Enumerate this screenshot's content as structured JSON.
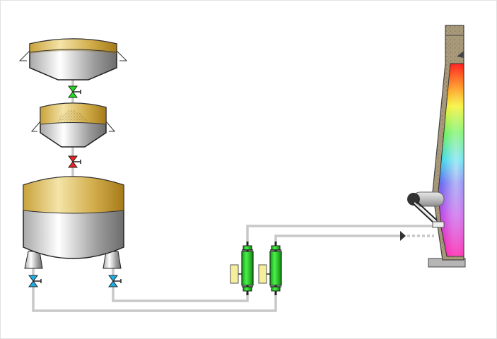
{
  "diagram": {
    "kind": "process-flow",
    "components": [
      {
        "id": "upper-hopper",
        "type": "hopper"
      },
      {
        "id": "middle-hopper",
        "type": "hopper",
        "content": "granular-material"
      },
      {
        "id": "storage-tank",
        "type": "pressure-vessel"
      },
      {
        "id": "valve-1",
        "type": "valve",
        "state": "open"
      },
      {
        "id": "valve-2",
        "type": "valve",
        "state": "closed"
      },
      {
        "id": "valve-3",
        "type": "valve",
        "state": "open"
      },
      {
        "id": "valve-4",
        "type": "valve",
        "state": "open"
      },
      {
        "id": "rotameter-1",
        "type": "flow-meter"
      },
      {
        "id": "rotameter-2",
        "type": "flow-meter"
      },
      {
        "id": "furnace",
        "type": "blast-furnace",
        "fill": "temperature-gradient"
      },
      {
        "id": "lance",
        "type": "injection-lance"
      }
    ],
    "colors": {
      "valve_open": "#19b0e6",
      "valve_open_green": "#22dd22",
      "valve_closed": "#ee2222",
      "meter": "#22cc22",
      "pipe": "#c8c8c8",
      "furnace_wall": "#a8997a",
      "brass": "#c9a23a"
    },
    "icons": [
      "valve-icon",
      "flow-meter-icon",
      "arrow-right-icon"
    ]
  }
}
